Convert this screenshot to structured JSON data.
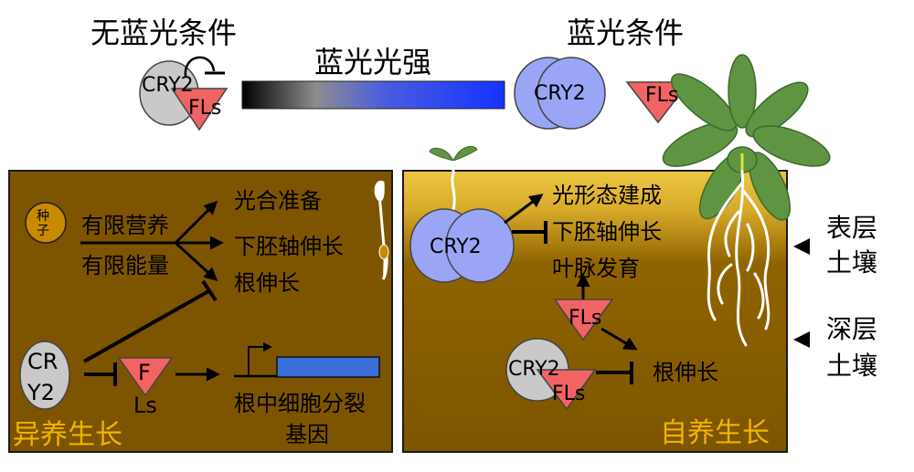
{
  "header": {
    "no_blue_light": "无蓝光条件",
    "blue_light": "蓝光条件",
    "intensity": "蓝光光强"
  },
  "proteins": {
    "cry2": "CRY2",
    "fls": "FLs"
  },
  "left_panel": {
    "seed": "种子",
    "limited_nutrient": "有限营养",
    "limited_energy": "有限能量",
    "outputs": [
      "光合准备",
      "下胚轴伸长",
      "根伸长"
    ],
    "cry_split_1": "CR",
    "cry_split_2": "Y2",
    "f_split_1": "F",
    "f_split_2": "Ls",
    "gene_line_1": "根中细胞分裂",
    "gene_line_2": "基因",
    "mode": "异养生长"
  },
  "right_panel": {
    "outputs": [
      "光形态建成",
      "下胚轴伸长",
      "叶脉发育"
    ],
    "root_elongation": "根伸长",
    "mode": "自养生长"
  },
  "soil": {
    "surface": [
      "表层",
      "土壤"
    ],
    "deep": [
      "深层",
      "土壤"
    ]
  },
  "colors": {
    "soil_brown": "#7d5500",
    "soil_gold": "#e2b733",
    "cry2_blue": "#9aa6f5",
    "cry2_gray": "#c9c9c9",
    "fls_red": "#f26464",
    "gene_blue": "#3a6ed8",
    "label_gold": "#f0b400",
    "leaf_green": "#5f9443"
  }
}
